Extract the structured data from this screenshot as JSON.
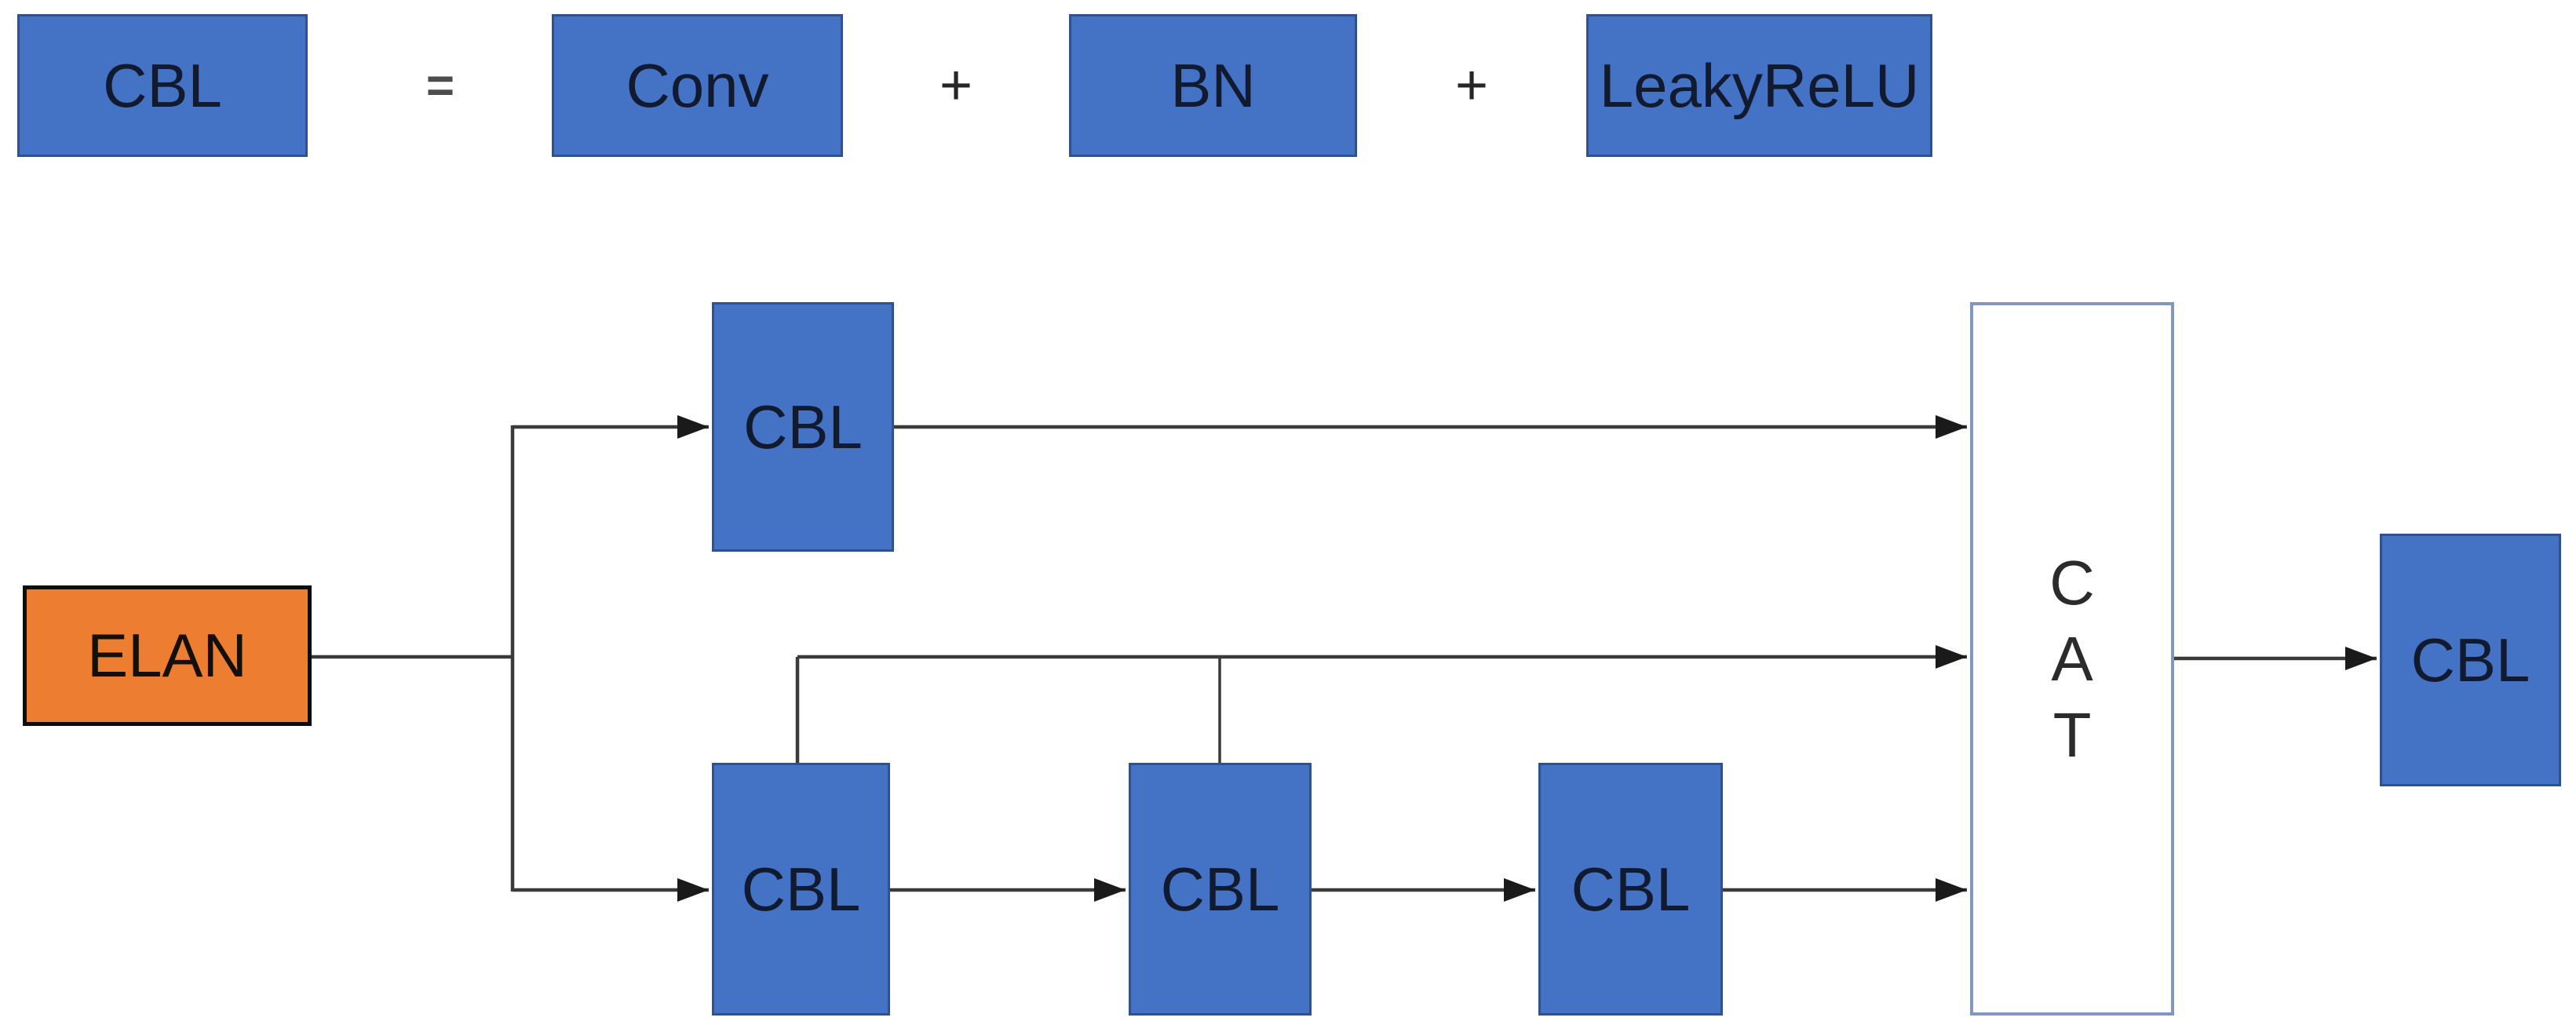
{
  "colors": {
    "block_blue_fill": "#4472C4",
    "block_blue_border": "#2F528F",
    "block_orange_fill": "#ED7D31",
    "block_orange_border": "#0D0D0D",
    "concat_fill": "#FFFFFF",
    "concat_border": "#8496C0",
    "connector_line": "#3A3A3A",
    "arrowhead": "#1A1A1A",
    "label_text": "#111A2E",
    "operator_text": "#4D4D4D"
  },
  "legend": {
    "result": "CBL",
    "equals_sign": "=",
    "plus_sign": "+",
    "components": [
      "Conv",
      "BN",
      "LeakyReLU"
    ]
  },
  "diagram": {
    "input": "ELAN",
    "top_branch": "CBL",
    "bottom_branch": [
      "CBL",
      "CBL",
      "CBL"
    ],
    "concat": {
      "letters": [
        "C",
        "A",
        "T"
      ]
    },
    "output": "CBL"
  }
}
